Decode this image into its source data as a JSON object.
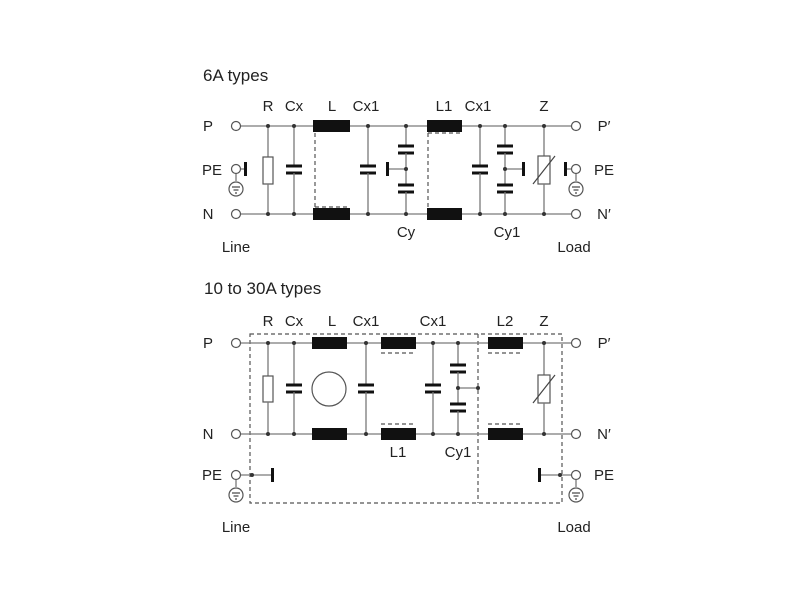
{
  "top": {
    "title": "6A types",
    "left_terminals": {
      "p": "P",
      "pe": "PE",
      "n": "N"
    },
    "right_terminals": {
      "p": "P′",
      "pe": "PE",
      "n": "N′"
    },
    "headers": {
      "r": "R",
      "cx": "Cx",
      "l": "L",
      "cx1_a": "Cx1",
      "l1": "L1",
      "cx1_b": "Cx1",
      "z": "Z"
    },
    "cy_label": "Cy",
    "cy1_label": "Cy1",
    "line_label": "Line",
    "load_label": "Load"
  },
  "bottom": {
    "title": "10 to 30A types",
    "left_terminals": {
      "p": "P",
      "n": "N",
      "pe": "PE"
    },
    "right_terminals": {
      "p": "P′",
      "n": "N′",
      "pe": "PE"
    },
    "headers": {
      "r": "R",
      "cx": "Cx",
      "l": "L",
      "cx1_a": "Cx1",
      "cx1_b": "Cx1",
      "l2": "L2",
      "z": "Z"
    },
    "l1_label": "L1",
    "cy1_label": "Cy1",
    "line_label": "Line",
    "load_label": "Load"
  }
}
